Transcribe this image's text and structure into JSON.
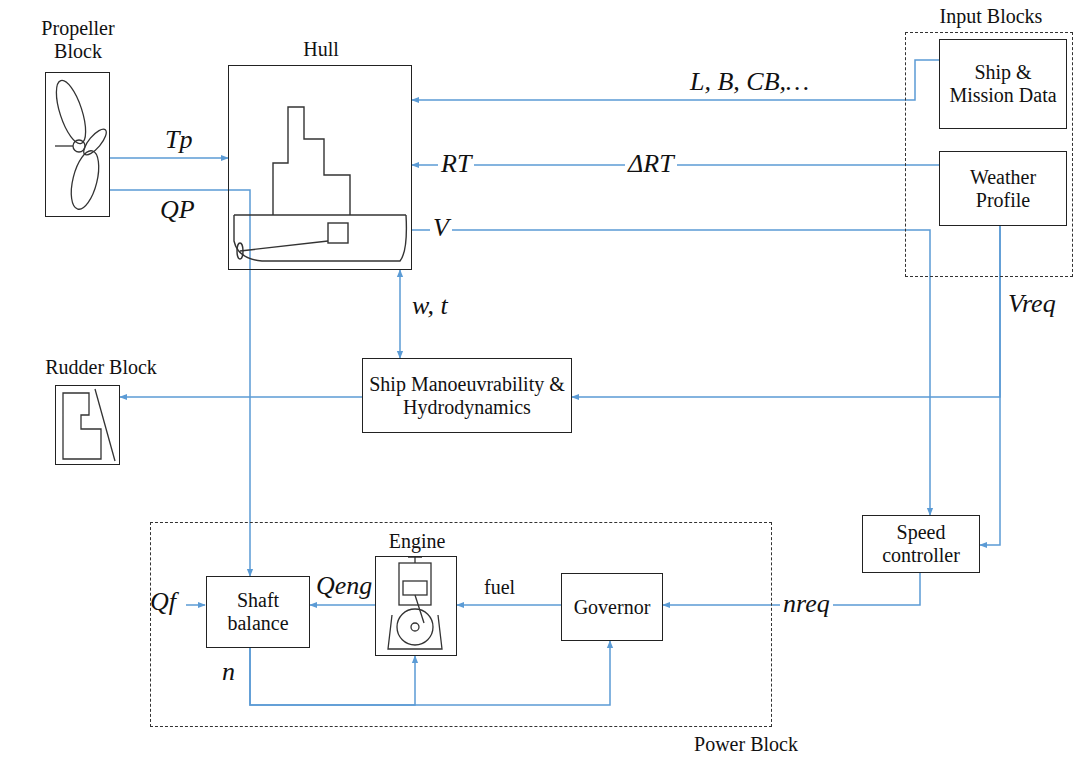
{
  "diagram": {
    "nodes": [
      {
        "text": [
          "Propeller Block"
        ]
      },
      {
        "text": [
          "Hull"
        ]
      },
      {
        "text": [
          "Input Blocks"
        ]
      },
      {
        "text": [
          "Ship & Mission Data"
        ],
        "in": 2
      },
      {
        "text": [
          "Weather Profile"
        ],
        "in": 2
      },
      {
        "text": [
          "Rudder Block"
        ]
      },
      {
        "text": [
          "Ship Manoeuvrability & Hydrodynamics"
        ]
      },
      {
        "text": [
          "Speed controller"
        ]
      },
      {
        "text": [
          "Power Block"
        ]
      },
      {
        "text": [
          "Shaft balance"
        ],
        "in": 8
      },
      {
        "text": [
          "Engine"
        ],
        "in": 8
      },
      {
        "text": [
          "Governor"
        ],
        "in": 8
      }
    ],
    "edges": [
      {
        "from": 0,
        "to": 1,
        "arrow": "to",
        "label": "Tp"
      },
      {
        "from": 0,
        "to": 9,
        "arrow": "to",
        "label": "QP"
      },
      {
        "from": 3,
        "to": 1,
        "arrow": "to",
        "label": "L, B, CB,…"
      },
      {
        "from": 4,
        "to": 1,
        "arrow": "to",
        "label": "ΔRT"
      },
      {
        "from": 1,
        "to": 7,
        "arrow": "to",
        "label": "V"
      },
      {
        "from": 1,
        "to": 6,
        "arrow": "both",
        "label": "w, t"
      },
      {
        "from": 4,
        "to": 6,
        "arrow": "to"
      },
      {
        "from": 4,
        "to": 7,
        "arrow": "to",
        "label": "Vreq"
      },
      {
        "from": 6,
        "to": 5,
        "arrow": "to"
      },
      {
        "from": 7,
        "to": 11,
        "arrow": "to",
        "label": "nreq"
      },
      {
        "from": 11,
        "to": 10,
        "arrow": "to",
        "label": "fuel"
      },
      {
        "from": 10,
        "to": 9,
        "arrow": "to",
        "label": "Qeng"
      },
      {
        "from": 9,
        "to": 10,
        "arrow": "to",
        "label": "n"
      },
      {
        "from": 9,
        "to": 11,
        "arrow": "to"
      }
    ],
    "labels": [
      "RT",
      "Qf"
    ]
  }
}
